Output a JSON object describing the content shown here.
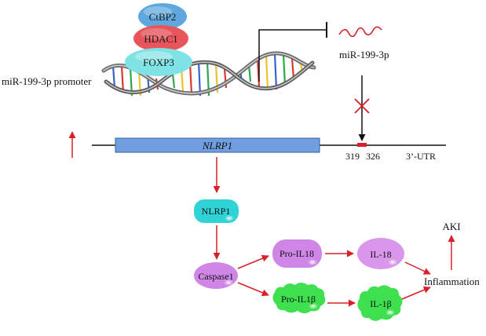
{
  "labels": {
    "ctbp2": "CtBP2",
    "hdac1": "HDAC1",
    "foxp3": "FOXP3",
    "promoter": "miR-199-3p promoter",
    "mirna": "miR-199-3p",
    "gene": "NLRP1",
    "site_start": "319",
    "site_end": "326",
    "utr": "3’-UTR",
    "nlrp1_protein": "NLRP1",
    "caspase1": "Caspase1",
    "pro_il18": "Pro-IL18",
    "il18": "IL-18",
    "pro_il1b": "Pro-IL1β",
    "il1b": "IL-1β",
    "inflammation": "Inflammation",
    "aki": "AKI"
  },
  "colors": {
    "ctbp2": "#5fa8de",
    "hdac1": "#e8555c",
    "foxp3": "#7fe3e6",
    "gene_bar": "#6f9fe0",
    "nlrp1_protein": "#2fd3d6",
    "caspase1": "#cf86e6",
    "pro_il18": "#cf86e6",
    "il18": "#d996ea",
    "pro_il1b": "#3fe04f",
    "il1b": "#3fe04f",
    "arrow_red": "#d9202a",
    "site_mark": "#d9202a",
    "mirna_squiggle": "#d9202a"
  }
}
